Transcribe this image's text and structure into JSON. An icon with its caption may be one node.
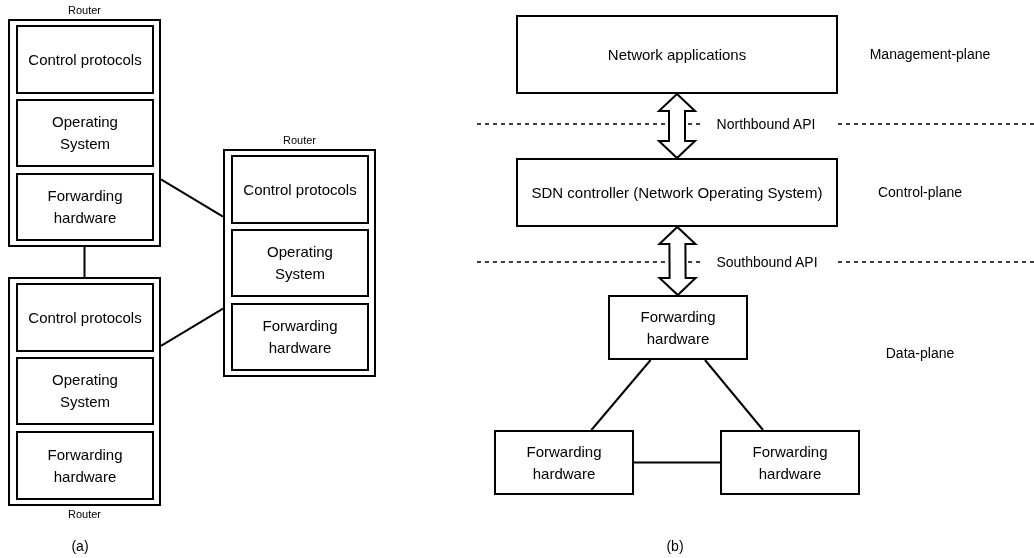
{
  "diagram": {
    "nodes": [
      {
        "text": [
          "Router"
        ]
      },
      {
        "text": [
          "Control protocols"
        ],
        "in": 0
      },
      {
        "text": [
          "Operating System"
        ],
        "in": 0
      },
      {
        "text": [
          "Forwarding hardware"
        ],
        "in": 0
      },
      {
        "text": [
          "Router"
        ]
      },
      {
        "text": [
          "Control protocols"
        ],
        "in": 4
      },
      {
        "text": [
          "Operating System"
        ],
        "in": 4
      },
      {
        "text": [
          "Forwarding hardware"
        ],
        "in": 4
      },
      {
        "text": [
          "Router"
        ]
      },
      {
        "text": [
          "Control protocols"
        ],
        "in": 8
      },
      {
        "text": [
          "Operating System"
        ],
        "in": 8
      },
      {
        "text": [
          "Forwarding hardware"
        ],
        "in": 8
      },
      {
        "text": [
          "Network applications"
        ]
      },
      {
        "text": [
          "SDN controller (Network Operating System)"
        ]
      },
      {
        "text": [
          "Forwarding hardware"
        ]
      },
      {
        "text": [
          "Forwarding hardware"
        ]
      },
      {
        "text": [
          "Forwarding hardware"
        ]
      }
    ],
    "edges": [
      {
        "from": 0,
        "to": 4,
        "arrow": "none"
      },
      {
        "from": 0,
        "to": 8,
        "arrow": "none"
      },
      {
        "from": 8,
        "to": 4,
        "arrow": "none"
      },
      {
        "from": 12,
        "to": 13,
        "arrow": "both"
      },
      {
        "from": 13,
        "to": 14,
        "arrow": "both"
      },
      {
        "from": 14,
        "to": 15,
        "arrow": "none"
      },
      {
        "from": 14,
        "to": 16,
        "arrow": "none"
      },
      {
        "from": 15,
        "to": 16,
        "arrow": "none"
      }
    ],
    "labels": [
      "Management-plane",
      "Northbound API",
      "Control-plane",
      "Southbound API",
      "Data-plane",
      "(a)",
      "(b)"
    ]
  }
}
